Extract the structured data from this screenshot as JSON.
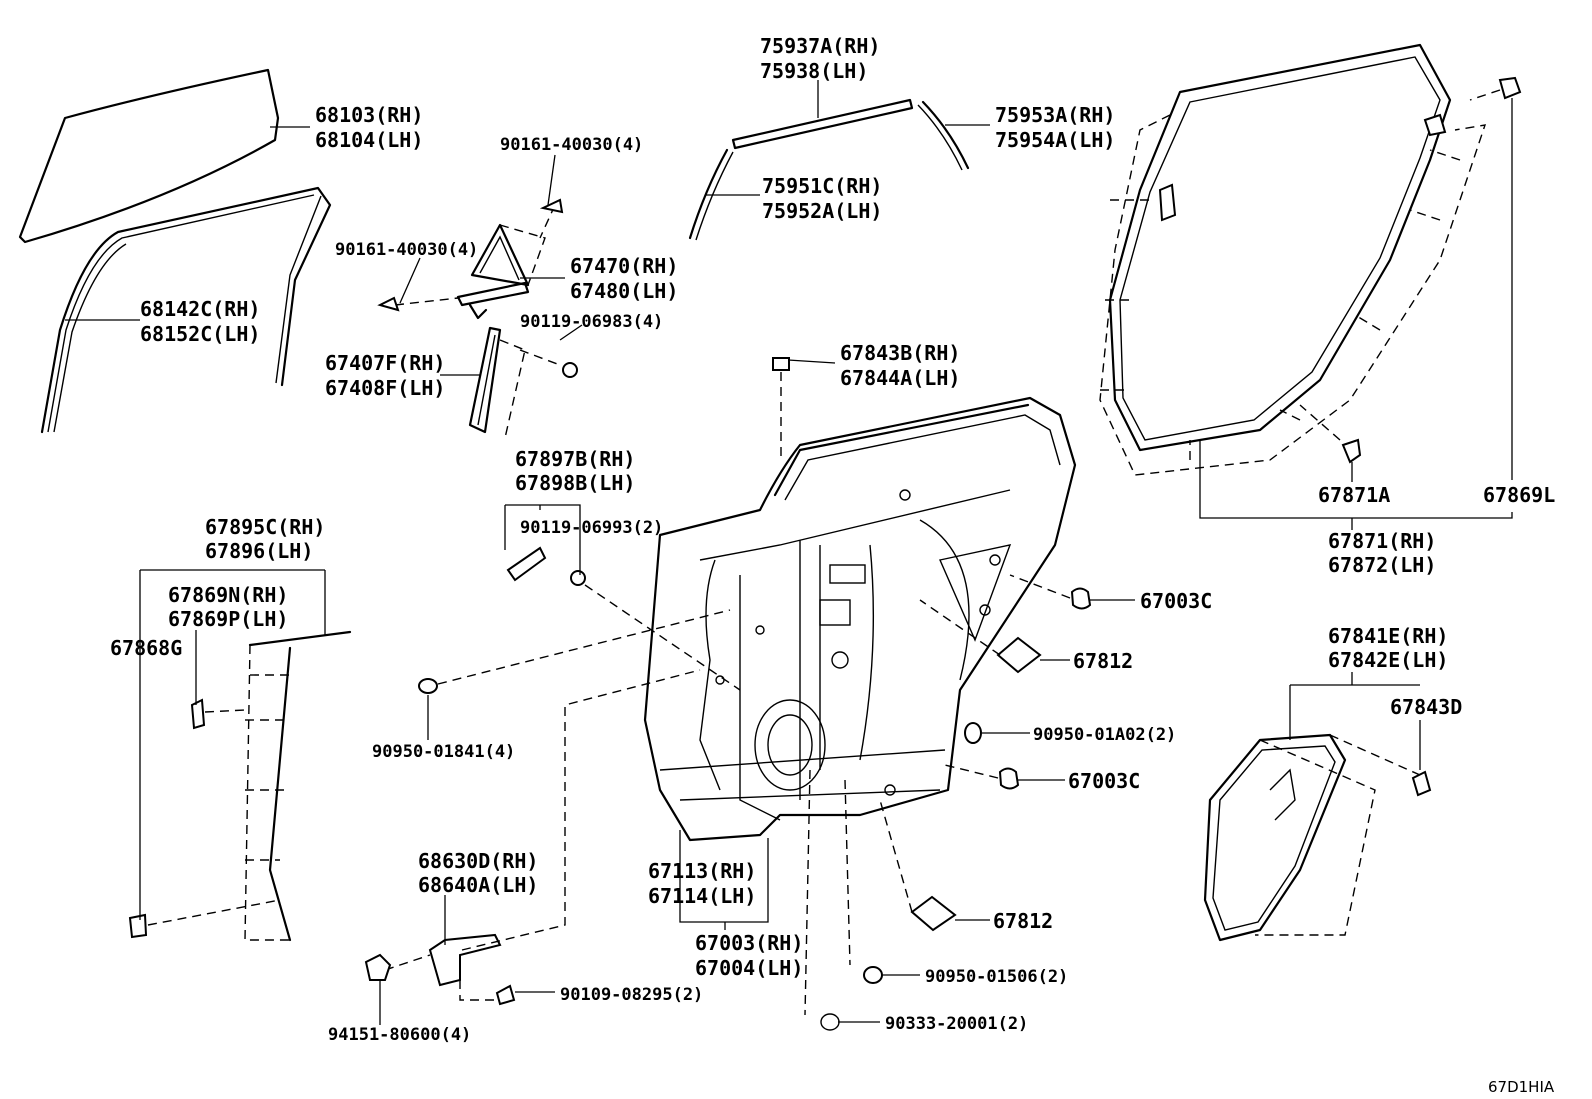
{
  "diagram_code": "67D1HIA",
  "labels": {
    "glass_rh": "68103(RH)",
    "glass_lh": "68104(LH)",
    "run_rh": "68142C(RH)",
    "run_lh": "68152C(LH)",
    "screw_a": "90161-40030(4)",
    "screw_b": "90161-40030(4)",
    "qw_rh": "67470(RH)",
    "qw_lh": "67480(LH)",
    "bolt_a": "90119-06983(4)",
    "div_rh": "67407F(RH)",
    "div_lh": "67408F(LH)",
    "mold_top_rh": "75937A(RH)",
    "mold_top_lh": "75938(LH)",
    "mold_rear_rh": "75953A(RH)",
    "mold_rear_lh": "75954A(LH)",
    "mold_front_rh": "75951C(RH)",
    "mold_front_lh": "75952A(LH)",
    "clip_top_rh": "67843B(RH)",
    "clip_top_lh": "67844A(LH)",
    "br_rh": "67897B(RH)",
    "br_lh": "67898B(LH)",
    "bolt_b": "90119-06993(2)",
    "seal_rh": "67895C(RH)",
    "seal_lh": "67896(LH)",
    "clip_n_rh": "67869N(RH)",
    "clip_p_lh": "67869P(LH)",
    "clip_g": "67868G",
    "plug_a": "90950-01841(4)",
    "check_rh": "68630D(RH)",
    "check_lh": "68640A(LH)",
    "bolt_c": "94151-80600(4)",
    "bolt_d": "90109-08295(2)",
    "panel_rh": "67113(RH)",
    "panel_lh": "67114(LH)",
    "door_rh": "67003(RH)",
    "door_lh": "67004(LH)",
    "cushion_a": "67003C",
    "cushion_b": "67003C",
    "pad_a": "67812",
    "pad_b": "67812",
    "plug_b": "90950-01A02(2)",
    "plug_c": "90950-01506(2)",
    "plug_d": "90333-20001(2)",
    "ws_clip": "67871A",
    "ws_clip_l": "67869L",
    "ws_rh": "67871(RH)",
    "ws_lh": "67872(LH)",
    "hole_rh": "67841E(RH)",
    "hole_lh": "67842E(LH)",
    "hole_clip": "67843D"
  }
}
